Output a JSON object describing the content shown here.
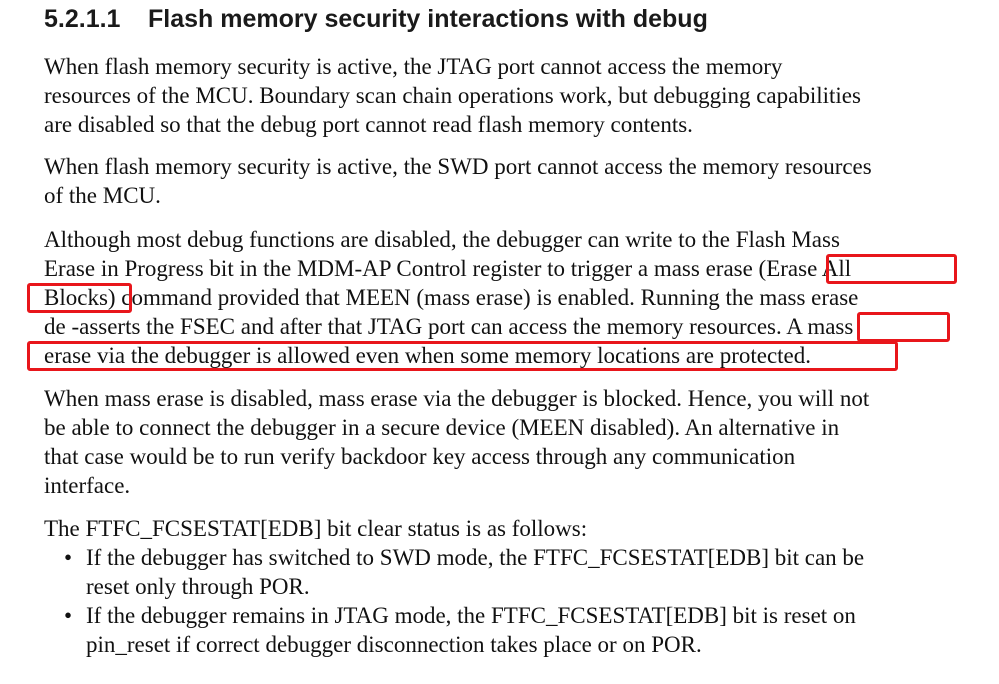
{
  "section": {
    "number": "5.2.1.1",
    "title": "Flash memory security interactions with debug"
  },
  "paragraphs": [
    {
      "lines": [
        "When flash memory security is active, the JTAG port cannot access the memory",
        "resources of the MCU. Boundary scan chain operations work, but debugging capabilities",
        "are disabled so that the debug port cannot read flash memory contents."
      ]
    },
    {
      "lines": [
        "When flash memory security is active, the SWD port cannot access the memory resources",
        "of the MCU."
      ]
    },
    {
      "lines": [
        "Although most debug functions are disabled, the debugger can write to the Flash Mass",
        "Erase in Progress bit in the MDM-AP Control register to trigger a mass erase (Erase All",
        "Blocks) command provided that MEEN (mass erase) is enabled. Running the mass erase",
        "de -asserts the FSEC and after that JTAG port can access the memory resources. A mass",
        "erase via the debugger is allowed even when some memory locations are protected."
      ]
    },
    {
      "lines": [
        "When mass erase is disabled, mass erase via the debugger is blocked. Hence, you will not",
        "be able to connect the debugger in a secure device (MEEN disabled). An alternative in",
        "that case would be to run verify backdoor key access through any communication",
        "interface."
      ]
    },
    {
      "lines": [
        "The FTFC_FCSESTAT[EDB] bit clear status is as follows:"
      ]
    }
  ],
  "bullets": [
    {
      "symbol": "•",
      "lines": [
        "If the debugger has switched to SWD mode, the FTFC_FCSESTAT[EDB] bit can be",
        "reset only through POR."
      ]
    },
    {
      "symbol": "•",
      "lines": [
        "If the debugger remains in JTAG mode, the FTFC_FCSESTAT[EDB] bit is reset on",
        "pin_reset if correct debugger disconnection takes place or on POR."
      ]
    }
  ],
  "annotation_color": "#e8161b"
}
